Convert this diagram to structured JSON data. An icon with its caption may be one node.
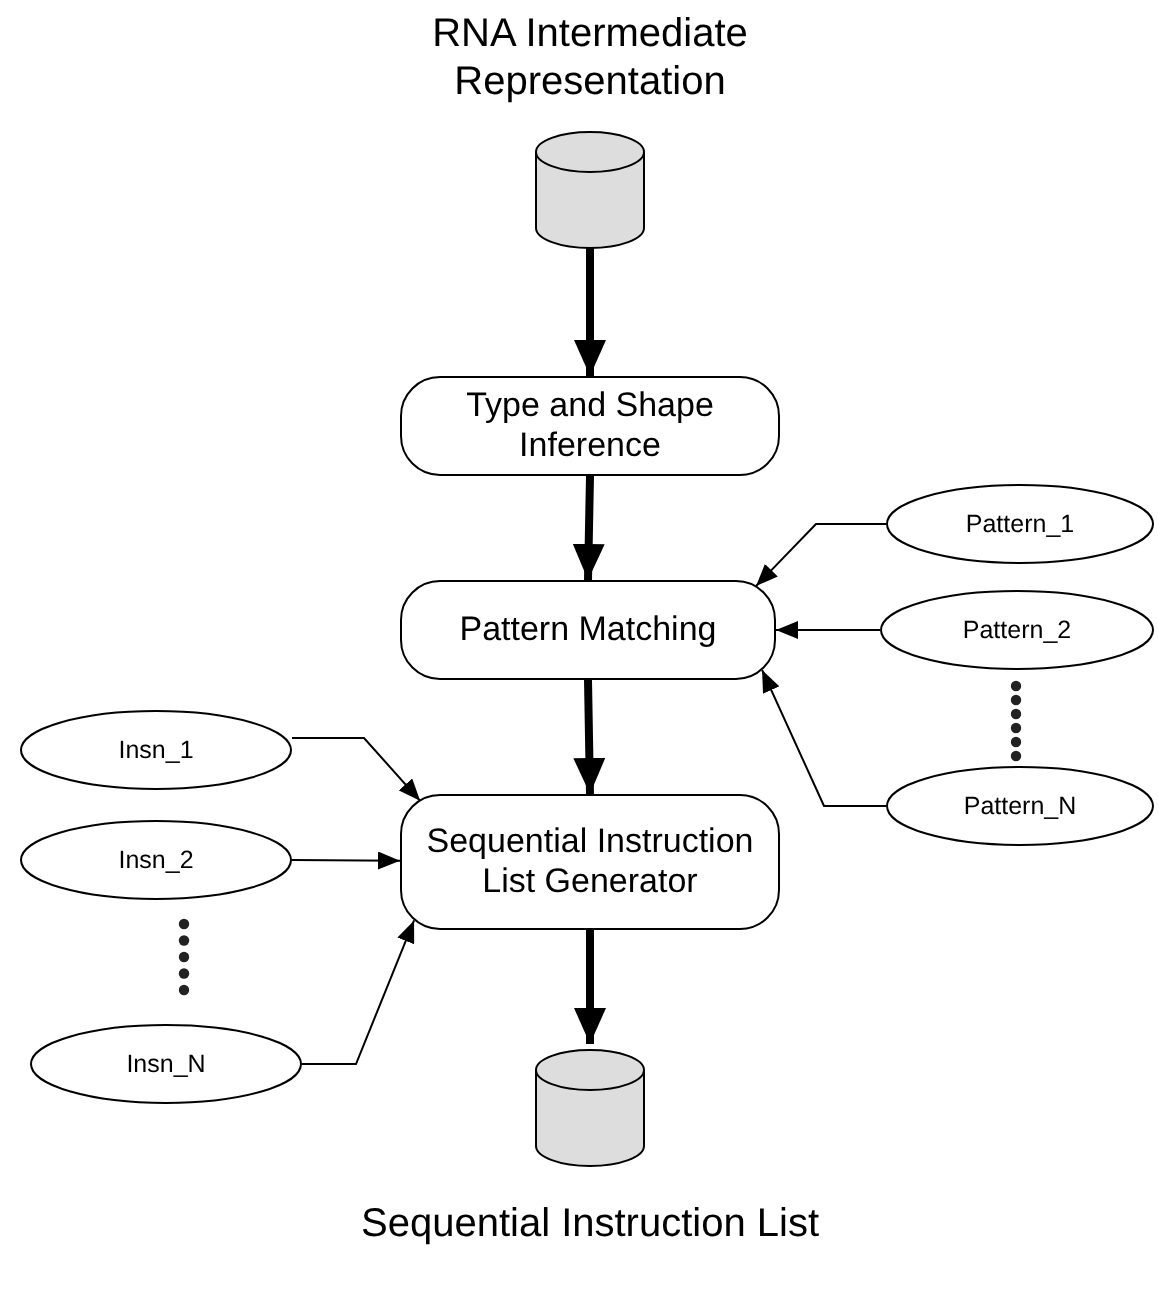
{
  "diagram": {
    "nodes": [
      {
        "text": [
          "RNA Intermediate Representation"
        ]
      },
      {
        "text": [
          "Type and Shape Inference"
        ]
      },
      {
        "text": [
          "Pattern Matching"
        ]
      },
      {
        "text": [
          "Pattern_1"
        ]
      },
      {
        "text": [
          "Pattern_2"
        ]
      },
      {
        "text": [
          "Pattern_N"
        ]
      },
      {
        "text": [
          "Insn_1"
        ]
      },
      {
        "text": [
          "Insn_2"
        ]
      },
      {
        "text": [
          "Sequential Instruction List Generator"
        ]
      },
      {
        "text": [
          "Insn_N"
        ]
      },
      {
        "text": [
          "Sequential Instruction List"
        ]
      }
    ],
    "edges": [
      {
        "from": 0,
        "to": 1,
        "arrow": "to",
        "style": "thick"
      },
      {
        "from": 1,
        "to": 2,
        "arrow": "to",
        "style": "thick"
      },
      {
        "from": 2,
        "to": 8,
        "arrow": "to",
        "style": "thick"
      },
      {
        "from": 8,
        "to": 10,
        "arrow": "to",
        "style": "thick"
      },
      {
        "from": 3,
        "to": 2,
        "arrow": "to"
      },
      {
        "from": 4,
        "to": 2,
        "arrow": "to"
      },
      {
        "from": 5,
        "to": 2,
        "arrow": "to"
      },
      {
        "from": 6,
        "to": 8,
        "arrow": "to"
      },
      {
        "from": 7,
        "to": 8,
        "arrow": "to"
      },
      {
        "from": 9,
        "to": 8,
        "arrow": "to"
      }
    ]
  }
}
